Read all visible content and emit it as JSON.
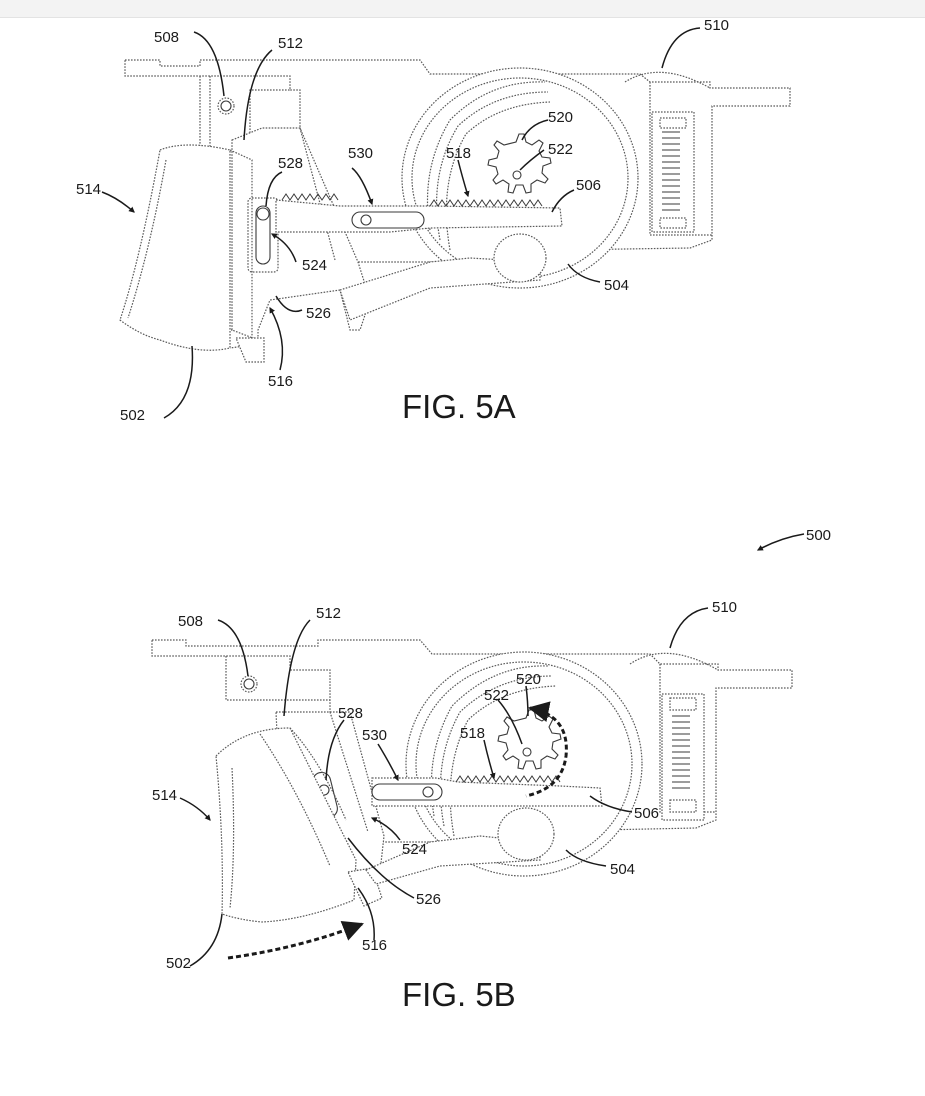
{
  "figures": [
    {
      "id": "5A",
      "caption": "FIG. 5A",
      "labels": {
        "l508": "508",
        "l512": "512",
        "l510": "510",
        "l514": "514",
        "l528": "528",
        "l530": "530",
        "l518": "518",
        "l520": "520",
        "l522": "522",
        "l506": "506",
        "l524": "524",
        "l504": "504",
        "l526": "526",
        "l516": "516",
        "l502": "502"
      }
    },
    {
      "id": "5B",
      "caption": "FIG. 5B",
      "labels": {
        "l508": "508",
        "l512": "512",
        "l510": "510",
        "l514": "514",
        "l528": "528",
        "l530": "530",
        "l518": "518",
        "l520": "520",
        "l522": "522",
        "l506": "506",
        "l524": "524",
        "l504": "504",
        "l526": "526",
        "l516": "516",
        "l502": "502"
      }
    }
  ],
  "assembly_label": "500",
  "colors": {
    "line": "#3a3a3a",
    "text": "#1a1a1a",
    "background": "#ffffff"
  }
}
